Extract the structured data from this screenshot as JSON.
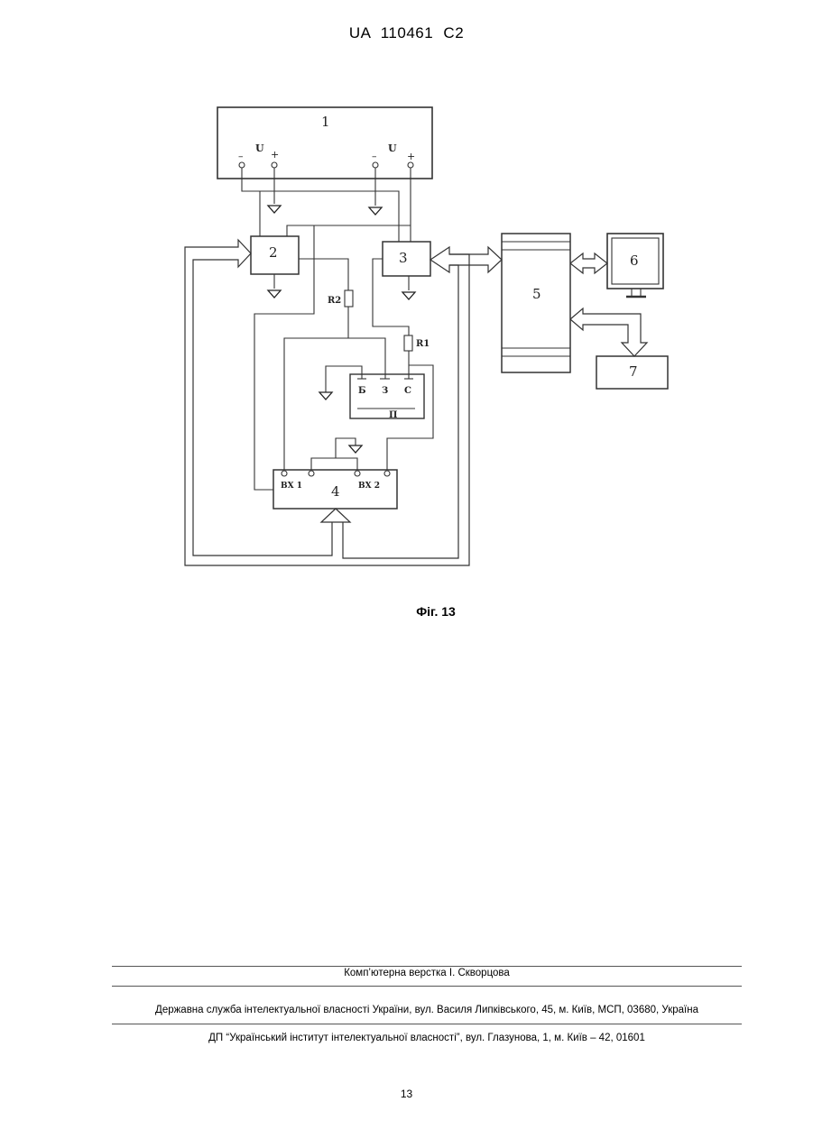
{
  "header": {
    "patent": "UA   110461   C2"
  },
  "figure": {
    "labels": {
      "block1": "1",
      "block2": "2",
      "block3": "3",
      "block4": "4",
      "block5": "5",
      "block6": "6",
      "block7": "7",
      "u_left": "U",
      "u_right": "U",
      "minus_left": "–",
      "plus_left": "+",
      "minus_right": "–",
      "plus_right": "+",
      "r1": "R1",
      "r2": "R2",
      "pin_b": "Б",
      "pin_z": "З",
      "pin_c": "С",
      "device_p": "П",
      "in1": "ВХ 1",
      "in2": "ВХ 2"
    },
    "caption": "Фіг. 13"
  },
  "footer": {
    "line1": "Комп’ютерна верстка І. Скворцова",
    "line2": "Державна служба інтелектуальної власності України, вул. Василя Липківського, 45, м. Київ, МСП, 03680, Україна",
    "line3": "ДП “Український інститут інтелектуальної власності”, вул. Глазунова, 1, м. Київ – 42, 01601"
  },
  "page_number": "13"
}
